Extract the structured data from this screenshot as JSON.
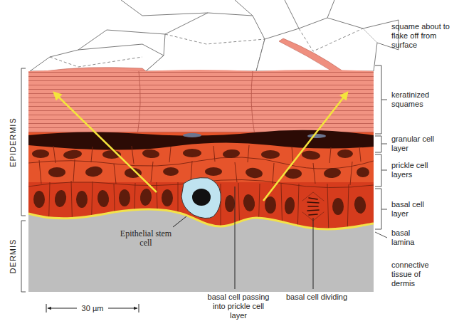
{
  "diagram": {
    "labels": [
      "squame about to flake off from surface",
      "keratinized squames",
      "granular cell layer",
      "prickle cell layers",
      "basal cell layer",
      "basal lamina",
      "connective tissue of dermis",
      "EPIDERMIS",
      "DERMIS",
      "Epithelial stem cell",
      "basal cell passing into prickle cell layer",
      "basal cell dividing",
      "30 µm"
    ]
  }
}
